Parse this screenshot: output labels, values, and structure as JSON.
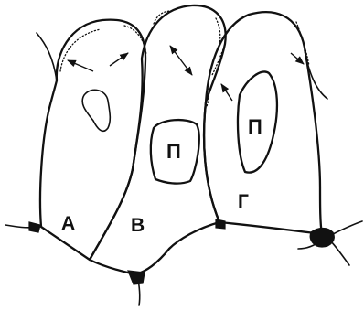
{
  "labels": {
    "cell_a": "А",
    "cell_v": "В",
    "cell_g": "Г",
    "vacuole_1": "П",
    "vacuole_2": "П"
  },
  "colors": {
    "ink": "#111111",
    "background": "#ffffff"
  }
}
